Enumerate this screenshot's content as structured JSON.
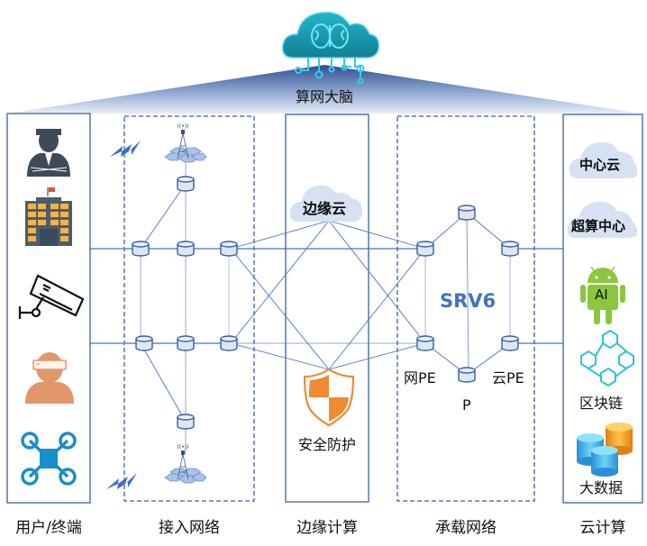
{
  "brain": {
    "label": "算网大脑",
    "icon": "cloud-brain-icon"
  },
  "columns": [
    {
      "id": "users",
      "label": "用户/终端"
    },
    {
      "id": "access",
      "label": "接入网络"
    },
    {
      "id": "edge",
      "label": "边缘计算"
    },
    {
      "id": "bearer",
      "label": "承载网络"
    },
    {
      "id": "cloud",
      "label": "云计算"
    }
  ],
  "users": {
    "icons": [
      "businessman-icon",
      "office-building-icon",
      "surveillance-camera-icon",
      "vr-headset-user-icon",
      "drone-icon"
    ]
  },
  "edge": {
    "cloud_label": "边缘云",
    "security_label": "安全防护"
  },
  "bearer": {
    "protocol_label": "SRV6",
    "net_pe_label": "网PE",
    "cloud_pe_label": "云PE",
    "p_label": "P"
  },
  "cloud": {
    "center_cloud_label": "中心云",
    "supercomputing_label": "超算中心",
    "ai_label": "AI",
    "blockchain_label": "区块链",
    "bigdata_label": "大数据"
  },
  "colors": {
    "line": "#4a72c4",
    "frame": "#3f5f9f",
    "node_fill": "#dce6f5",
    "node_stroke": "#3a5f9e",
    "accent_text": "#4472c4",
    "shield": "#ef8a35",
    "android": "#8cc63f",
    "brain_cloud": "#1a9bb0"
  }
}
